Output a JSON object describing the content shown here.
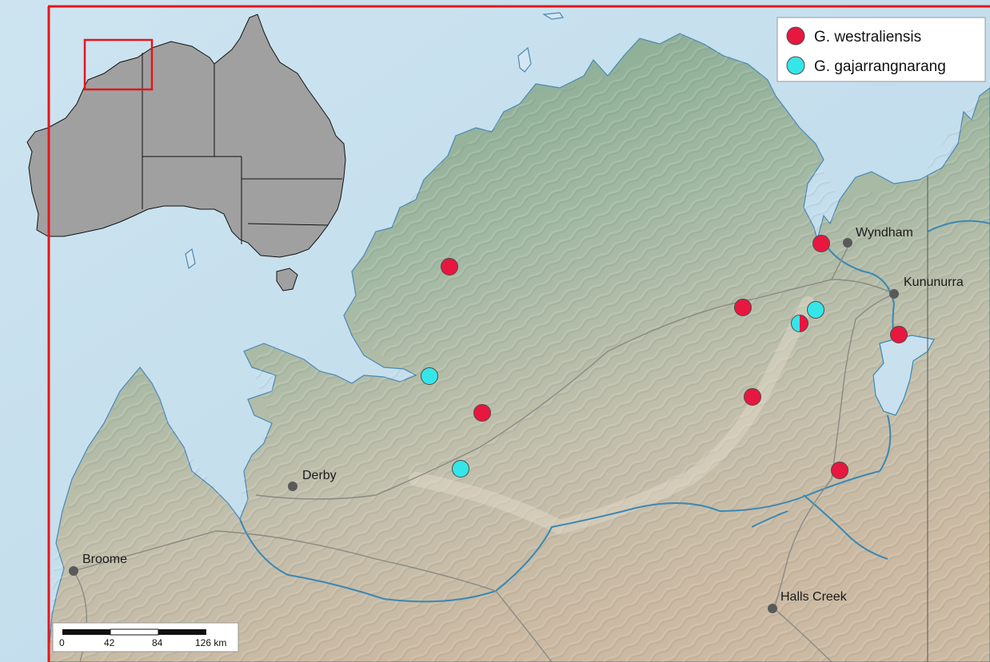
{
  "legend": {
    "items": [
      {
        "label": "G. westraliensis",
        "color": "#e8173f"
      },
      {
        "label": "G. gajarrangnarang",
        "color": "#35e6e8"
      }
    ]
  },
  "towns": [
    {
      "name": "Wyndham"
    },
    {
      "name": "Kununurra"
    },
    {
      "name": "Derby"
    },
    {
      "name": "Broome"
    },
    {
      "name": "Halls Creek"
    }
  ],
  "scale_bar": {
    "ticks": [
      "0",
      "42",
      "84",
      "126 km"
    ]
  },
  "colors": {
    "sea": "#c3dfee",
    "land_green": "#8fb39a",
    "land_tan": "#c9bda8",
    "river": "#3a88b4",
    "road": "#8a8a84",
    "frame": "#e3161c",
    "inset_land": "#a0a0a0"
  }
}
